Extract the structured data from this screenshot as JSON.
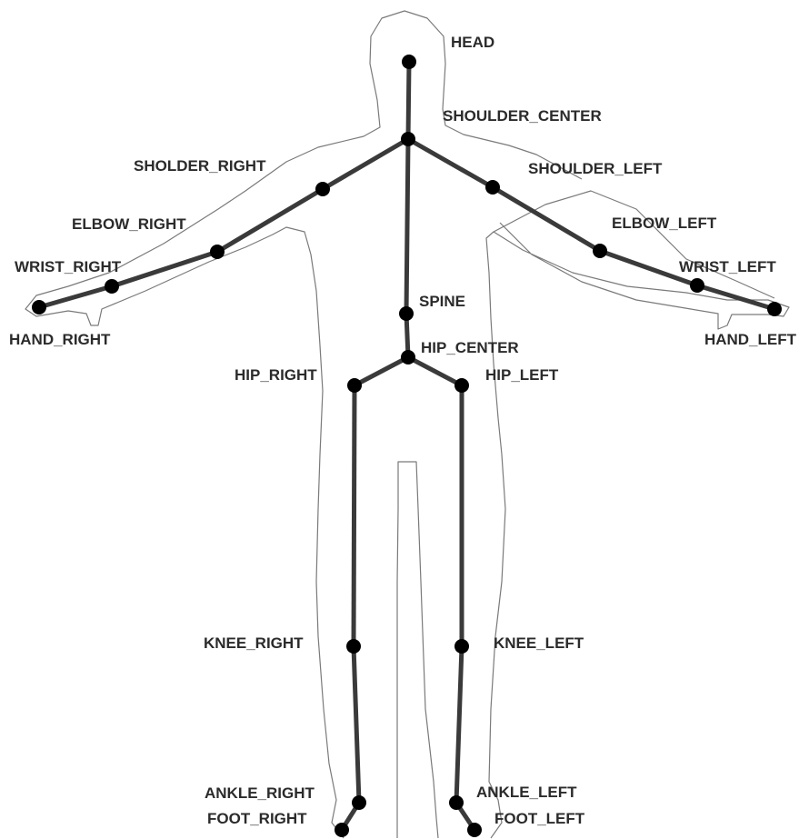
{
  "joints": [
    {
      "id": "HEAD",
      "label": "HEAD"
    },
    {
      "id": "SHOULDER_CENTER",
      "label": "SHOULDER_CENTER"
    },
    {
      "id": "SHOULDER_RIGHT",
      "label": "SHOLDER_RIGHT"
    },
    {
      "id": "SHOULDER_LEFT",
      "label": "SHOULDER_LEFT"
    },
    {
      "id": "ELBOW_RIGHT",
      "label": "ELBOW_RIGHT"
    },
    {
      "id": "ELBOW_LEFT",
      "label": "ELBOW_LEFT"
    },
    {
      "id": "WRIST_RIGHT",
      "label": "WRIST_RIGHT"
    },
    {
      "id": "WRIST_LEFT",
      "label": "WRIST_LEFT"
    },
    {
      "id": "HAND_RIGHT",
      "label": "HAND_RIGHT"
    },
    {
      "id": "HAND_LEFT",
      "label": "HAND_LEFT"
    },
    {
      "id": "SPINE",
      "label": "SPINE"
    },
    {
      "id": "HIP_CENTER",
      "label": "HIP_CENTER"
    },
    {
      "id": "HIP_RIGHT",
      "label": "HIP_RIGHT"
    },
    {
      "id": "HIP_LEFT",
      "label": "HIP_LEFT"
    },
    {
      "id": "KNEE_RIGHT",
      "label": "KNEE_RIGHT"
    },
    {
      "id": "KNEE_LEFT",
      "label": "KNEE_LEFT"
    },
    {
      "id": "ANKLE_RIGHT",
      "label": "ANKLE_RIGHT"
    },
    {
      "id": "ANKLE_LEFT",
      "label": "ANKLE_LEFT"
    },
    {
      "id": "FOOT_RIGHT",
      "label": "FOOT_RIGHT"
    },
    {
      "id": "FOOT_LEFT",
      "label": "FOOT_LEFT"
    }
  ],
  "bones": [
    [
      "HEAD",
      "SHOULDER_CENTER"
    ],
    [
      "SHOULDER_CENTER",
      "SPINE"
    ],
    [
      "SPINE",
      "HIP_CENTER"
    ],
    [
      "SHOULDER_CENTER",
      "SHOULDER_RIGHT"
    ],
    [
      "SHOULDER_RIGHT",
      "ELBOW_RIGHT"
    ],
    [
      "ELBOW_RIGHT",
      "WRIST_RIGHT"
    ],
    [
      "WRIST_RIGHT",
      "HAND_RIGHT"
    ],
    [
      "SHOULDER_CENTER",
      "SHOULDER_LEFT"
    ],
    [
      "SHOULDER_LEFT",
      "ELBOW_LEFT"
    ],
    [
      "ELBOW_LEFT",
      "WRIST_LEFT"
    ],
    [
      "WRIST_LEFT",
      "HAND_LEFT"
    ],
    [
      "HIP_CENTER",
      "HIP_RIGHT"
    ],
    [
      "HIP_RIGHT",
      "KNEE_RIGHT"
    ],
    [
      "KNEE_RIGHT",
      "ANKLE_RIGHT"
    ],
    [
      "ANKLE_RIGHT",
      "FOOT_RIGHT"
    ],
    [
      "HIP_CENTER",
      "HIP_LEFT"
    ],
    [
      "HIP_LEFT",
      "KNEE_LEFT"
    ],
    [
      "KNEE_LEFT",
      "ANKLE_LEFT"
    ],
    [
      "ANKLE_LEFT",
      "FOOT_LEFT"
    ]
  ],
  "colors": {
    "bone": "#3a3a3a",
    "joint": "#000000",
    "outline": "#7a7a7a",
    "label": "#2b2b2b",
    "background": "#ffffff"
  }
}
